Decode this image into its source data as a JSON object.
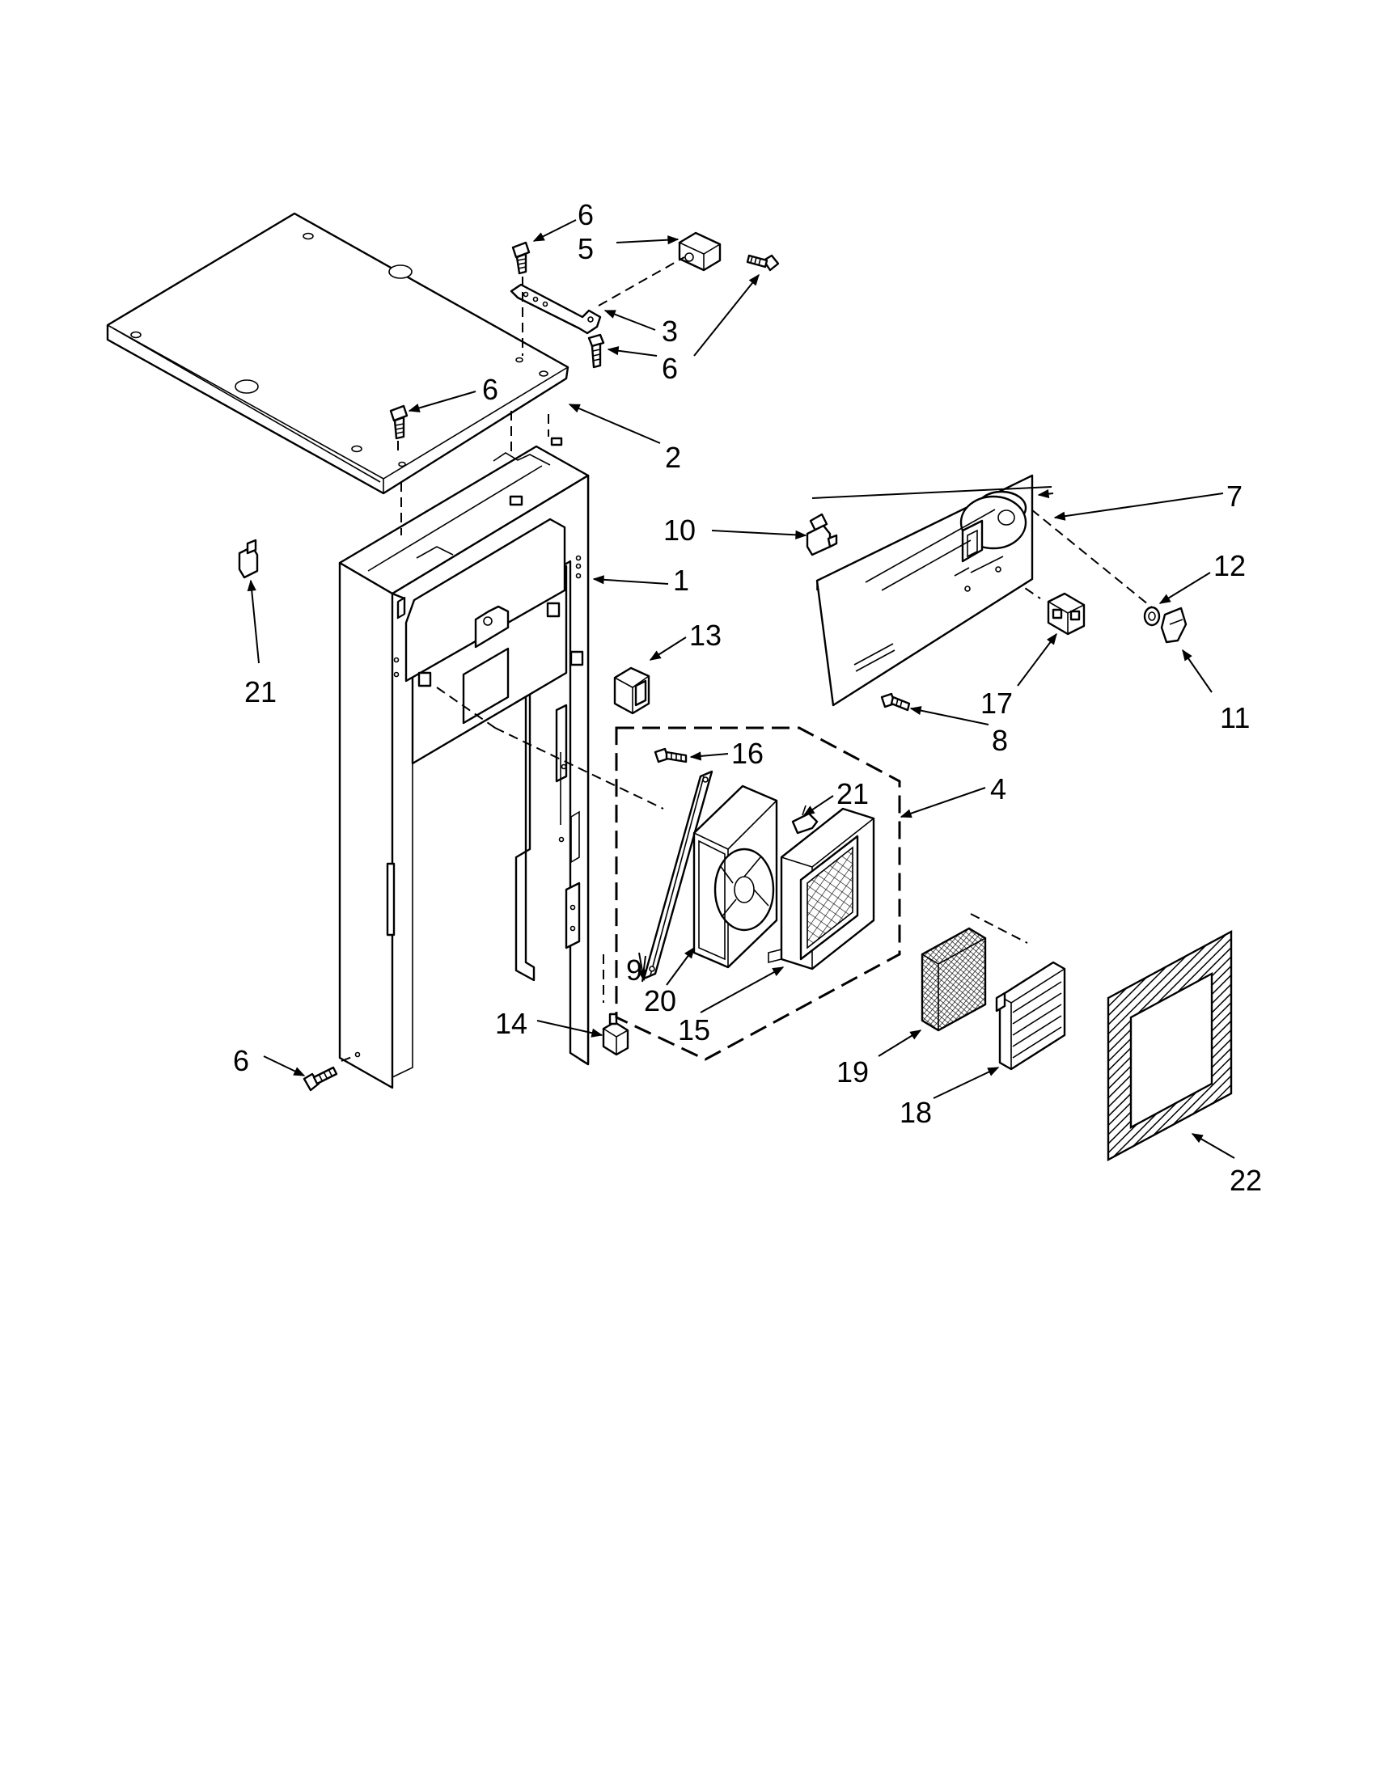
{
  "callouts": {
    "c1": "1",
    "c2": "2",
    "c3": "3",
    "c4": "4",
    "c5": "5",
    "c6a": "6",
    "c6b": "6",
    "c6c": "6",
    "c6d": "6",
    "c7": "7",
    "c8": "8",
    "c9": "9",
    "c10": "10",
    "c11": "11",
    "c12": "12",
    "c13": "13",
    "c14": "14",
    "c15": "15",
    "c16": "16",
    "c17": "17",
    "c18": "18",
    "c19": "19",
    "c20": "20",
    "c21a": "21",
    "c21b": "21",
    "c22": "22"
  }
}
